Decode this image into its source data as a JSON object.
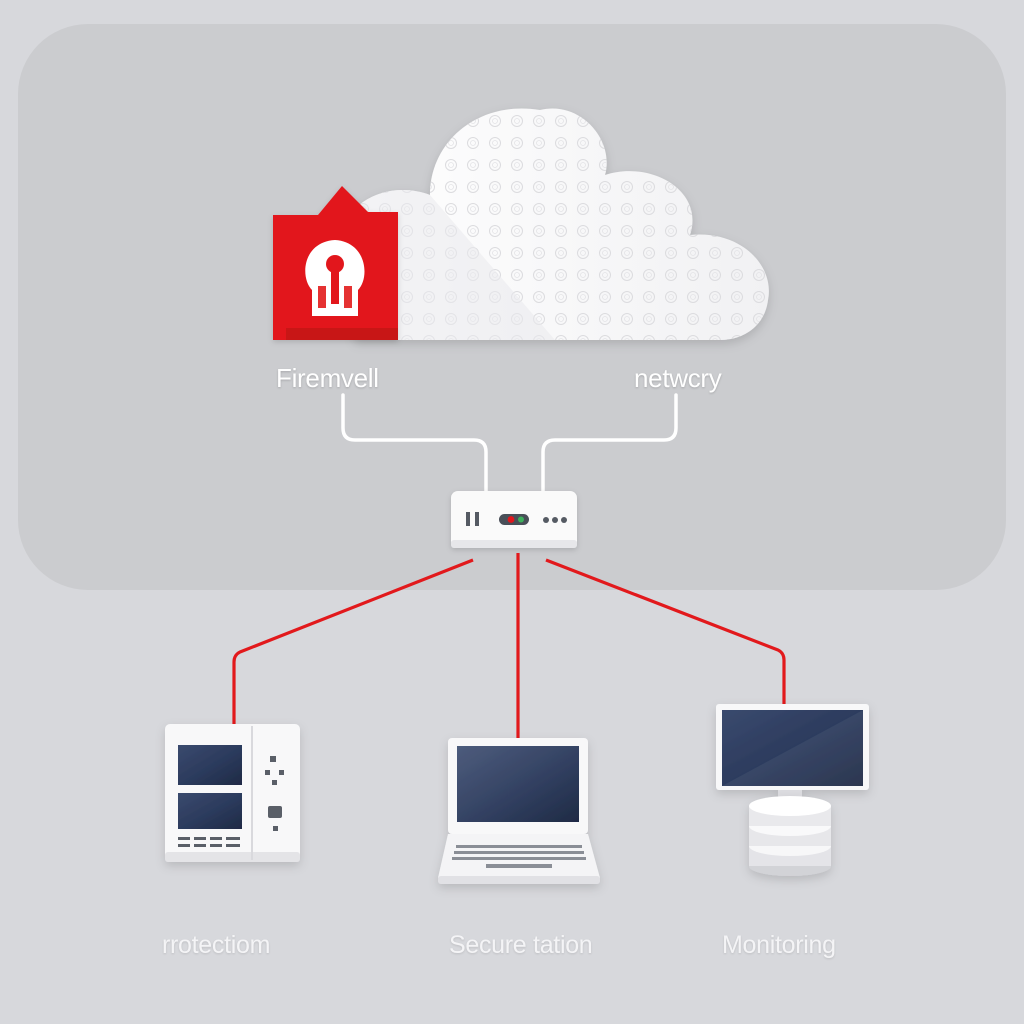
{
  "colors": {
    "background": "#d7d8dc",
    "panel": "#cbcccf",
    "accent_red": "#e2191c",
    "connector_white": "#ffffff",
    "screen_navy": "#2b3a5c"
  },
  "labels": {
    "firewall": "Firemvell",
    "network": "netwcry",
    "protection": "rrotectiom",
    "secure_station": "Secure tation",
    "monitoring": "Monitoring"
  },
  "icons": {
    "cloud": "cloud-icon",
    "shield": "shield-lock-icon",
    "router": "router-icon",
    "server": "server-icon",
    "laptop": "laptop-icon",
    "monitor": "monitor-icon",
    "database": "database-icon"
  }
}
